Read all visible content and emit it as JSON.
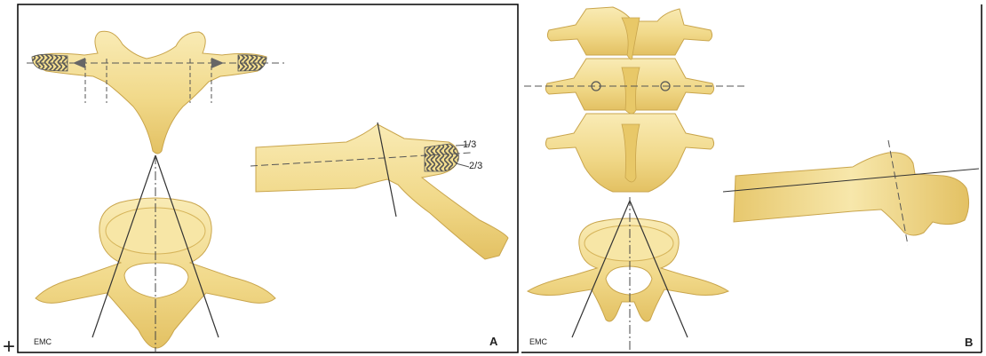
{
  "panel_a": {
    "ratio_upper": "1/3",
    "ratio_lower": "2/3",
    "credit": "EMC",
    "panel_letter": "A"
  },
  "panel_b": {
    "credit": "EMC",
    "panel_letter": "B"
  },
  "cursor_glyph": "+",
  "colors": {
    "bone_fill": "#f2dc8a",
    "bone_light": "#f8eab3",
    "bone_shadow": "#d9b95a",
    "outline": "#c7a24a",
    "guide_line": "#444444",
    "hatch": "#555555",
    "frame": "#000000",
    "arrow": "#666666"
  }
}
